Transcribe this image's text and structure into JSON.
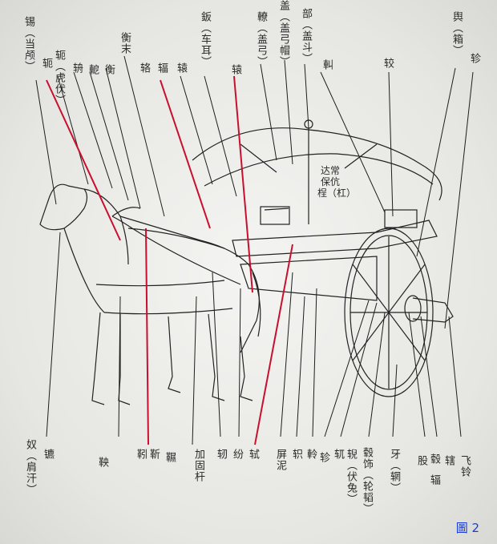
{
  "figure_tag": "圖 2",
  "line_color_red": "#c8102e",
  "line_color_black": "#1e1e1e",
  "labels": {
    "xi": "锡（当颅）",
    "e": "轭",
    "ji": "轭（虎伏）",
    "zhou": "辀",
    "zhuang": "軶",
    "heng": "衡",
    "ke": "衡末",
    "ji2": "辂",
    "fu": "辐",
    "ban": "鈑（车耳）",
    "mu": "辕",
    "gai_gong_mao": "盖（盖弓帽）",
    "gai_gong": "轑（盖弓）",
    "bu": "部（盖斗）",
    "qi": "䡂",
    "jiao": "较",
    "yu": "舆（箱）",
    "zhen": "轸",
    "da_ke": "达常",
    "bao_zhe": "保伉",
    "gan": "桯（杠）",
    "jiao_b": "奴（肩汗）",
    "lian": "镳",
    "yang": "鞅",
    "jin": "靷",
    "jian": "靳",
    "xie": "韅",
    "jia_gu_gan": "加固杆",
    "lie": "轫",
    "fen": "纷",
    "shi": "轼",
    "fang_ni": "屏泥",
    "zhu": "轵",
    "ling": "軨",
    "zhen2": "轸",
    "jian2": "𫐄",
    "mu2": "𫐐（伏兔）",
    "gu_shi": "毂饰（轮韬）",
    "ya": "牙（辋）",
    "gu": "股",
    "gu2": "毂",
    "fu2": "辐",
    "xia": "辖",
    "fei_ling": "飞铃"
  }
}
